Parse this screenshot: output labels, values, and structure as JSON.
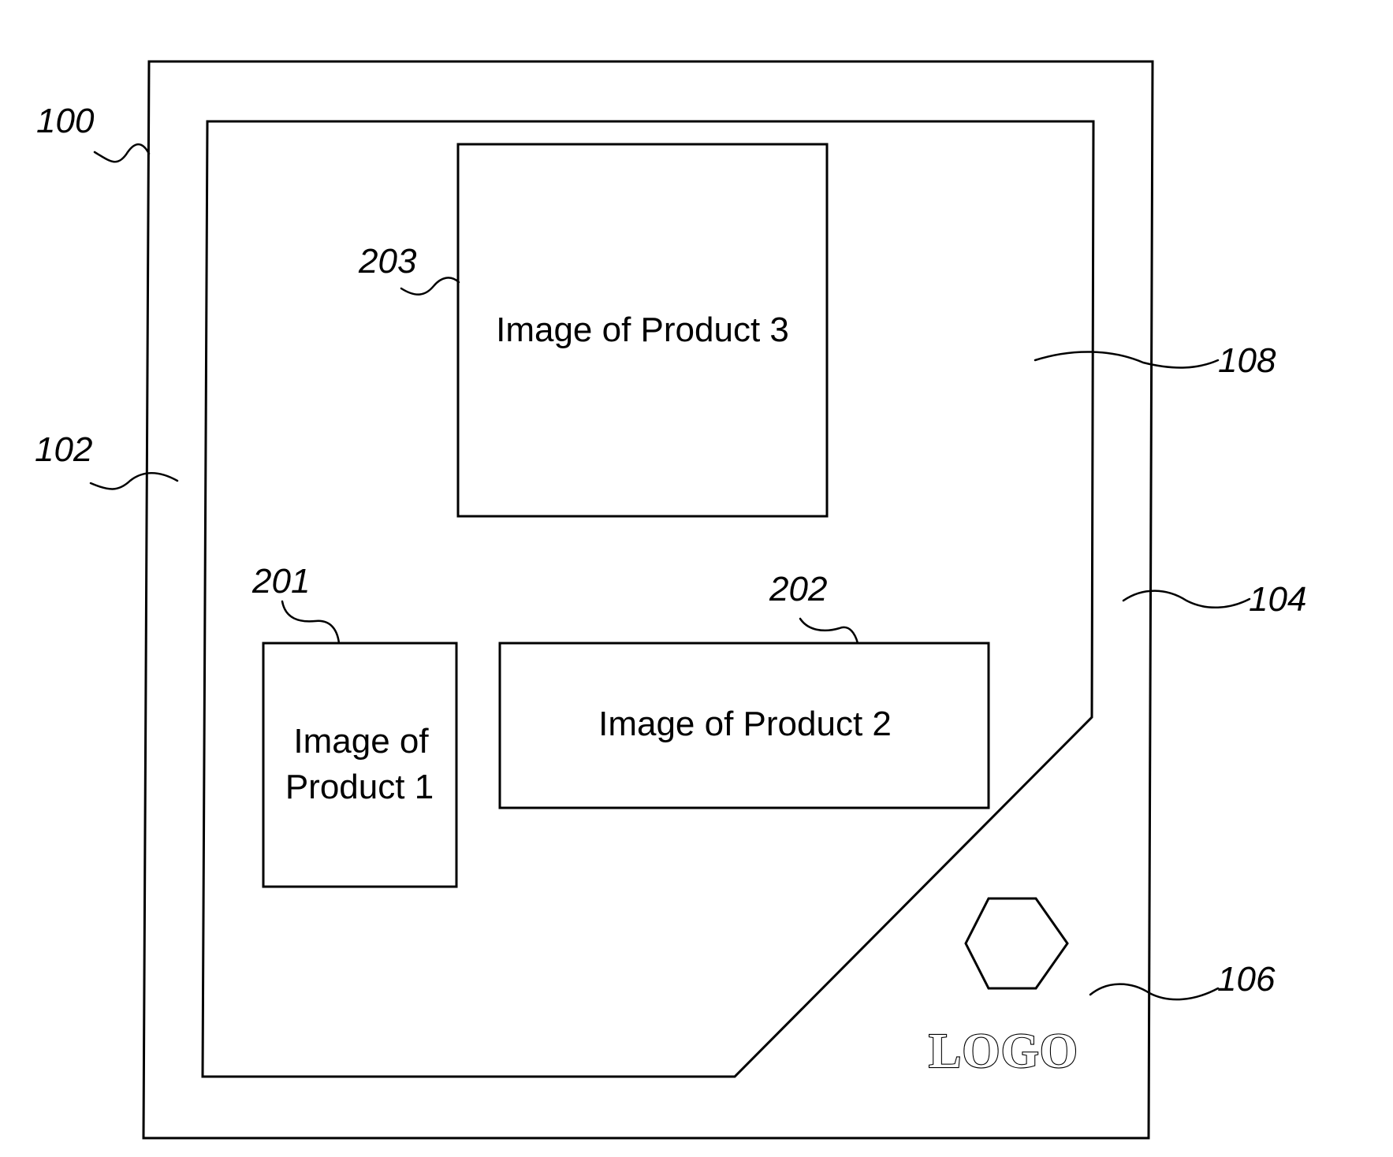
{
  "references": {
    "outer_frame": "100",
    "border_area": "102",
    "corner_region": "104",
    "logo_region": "106",
    "main_panel": "108",
    "product_1": "201",
    "product_2": "202",
    "product_3": "203"
  },
  "products": {
    "product_1_lines": [
      "Image of",
      "Product 1"
    ],
    "product_2": "Image of Product 2",
    "product_3": "Image of Product 3"
  },
  "logo": {
    "text": "LOGO",
    "icon": "hexagon-icon"
  }
}
